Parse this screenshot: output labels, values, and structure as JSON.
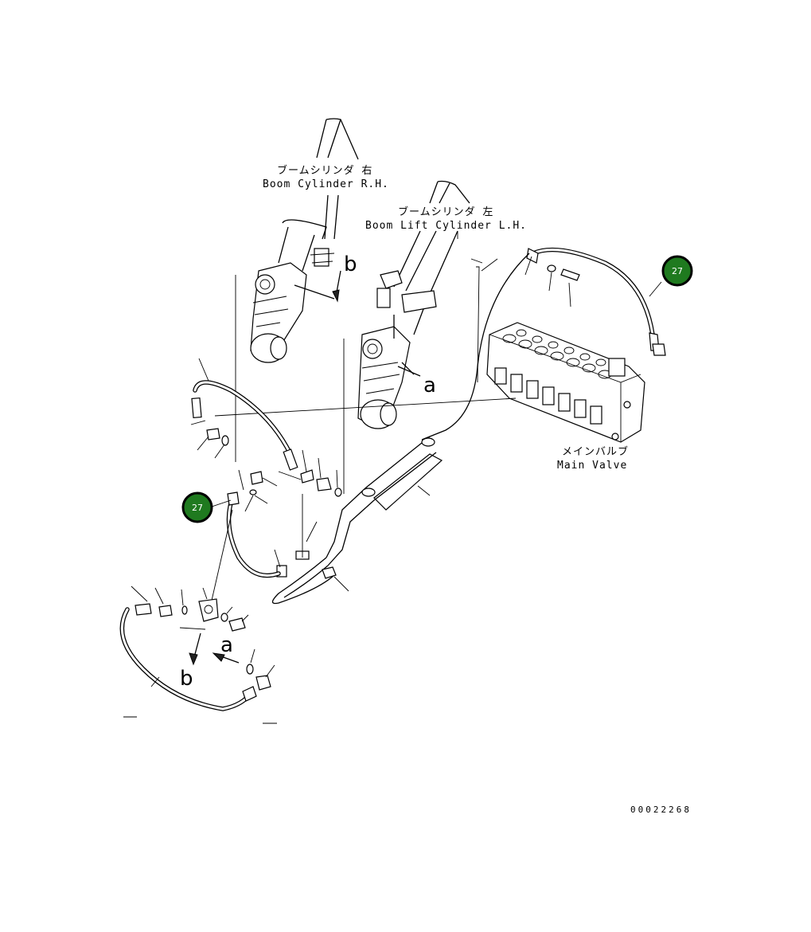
{
  "labels": {
    "boom_rh_jp": "ブームシリンダ 右",
    "boom_rh_en": "Boom Cylinder R.H.",
    "boom_lh_jp": "ブームシリンダ 左",
    "boom_lh_en": "Boom Lift Cylinder L.H.",
    "main_valve_jp": "メインバルブ",
    "main_valve_en": "Main Valve",
    "ref_a": "a",
    "ref_b": "b",
    "drawing_no": "00022268"
  },
  "badges": [
    {
      "number": "27",
      "color": "#1f7a1f"
    },
    {
      "number": "27",
      "color": "#1f7a1f"
    }
  ]
}
